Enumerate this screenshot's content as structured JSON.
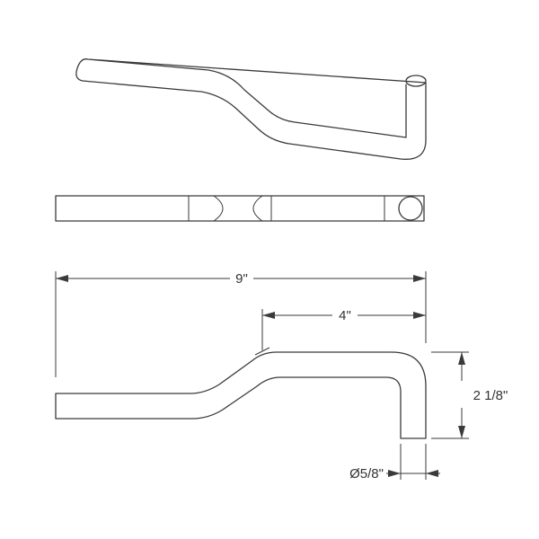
{
  "dimensions": {
    "overall_length": "9\"",
    "offset_length": "4\"",
    "height": "2 1/8\"",
    "diameter": "Ø5/8\""
  },
  "colors": {
    "line": "#3a3a3a",
    "background": "#ffffff"
  }
}
